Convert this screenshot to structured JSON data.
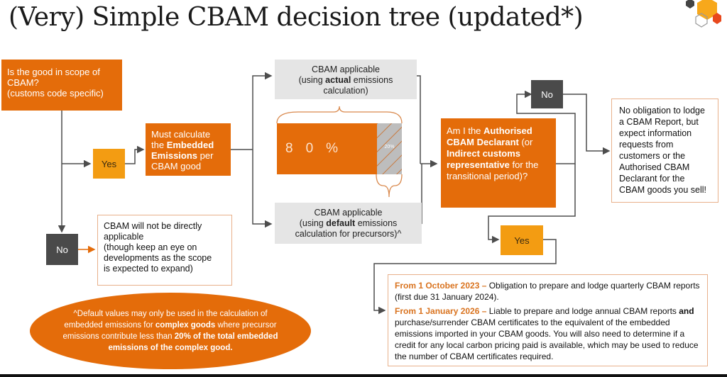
{
  "title": "(Very) Simple CBAM decision tree (updated*)",
  "logo": {
    "icon": "hexagon-cluster-logo",
    "colors": [
      "#444444",
      "#f7a81b",
      "#e8491d",
      "#9a9a9a"
    ]
  },
  "colors": {
    "orange": "#e46c0a",
    "amber": "#f39c12",
    "dark": "#4a4a4a",
    "grey": "#e5e5e5",
    "highlight_text": "#d9731f",
    "line": "#4d4d4d"
  },
  "nodes": {
    "scope_question": {
      "line1": "Is the good in scope of",
      "line2": "CBAM?",
      "line3": "(customs code specific)"
    },
    "scope_yes": "Yes",
    "scope_no": "No",
    "must_calculate": {
      "t1": "Must calculate",
      "t2": "the ",
      "t3": "Embedded",
      "t4": "Emissions",
      "t5": " per",
      "t6": "CBAM good"
    },
    "not_applicable": {
      "line1": "CBAM will not be directly",
      "line2": "applicable",
      "line3": "(though keep an eye on",
      "line4": "developments as the scope",
      "line5": "is expected to expand)"
    },
    "actual": {
      "line1": "CBAM applicable",
      "pre": "(using ",
      "bold": "actual",
      "post": " emissions",
      "line3": "calculation)"
    },
    "default": {
      "line1": "CBAM applicable",
      "pre": "(using ",
      "bold": "default",
      "post": " emissions",
      "line3": "calculation for precursors)^"
    },
    "split_bar": {
      "actual_share_pct": 80,
      "default_share_pct": 20,
      "actual_label": "80%",
      "default_label": "20%"
    },
    "declarant_question": {
      "t1": "Am I the ",
      "t2": "Authorised",
      "t3": "CBAM Declarant",
      "t4": " (or",
      "t5": "Indirect customs",
      "t6": "representative",
      "t7": " for the",
      "t8": "transitional period)?"
    },
    "declarant_no": "No",
    "declarant_yes": "Yes",
    "no_obligation": {
      "line1": "No obligation to lodge",
      "line2": "a CBAM Report, but",
      "line3": "expect information",
      "line4": "requests from",
      "line5": "customers or the",
      "line6": "Authorised CBAM",
      "line7": "Declarant for the",
      "line8": "CBAM goods you sell!"
    },
    "obligations": {
      "p1_date": "From 1 October 2023 –",
      "p1_text": " Obligation to prepare and lodge quarterly CBAM reports (first due 31 January 2024).",
      "p2_date": "From 1 January 2026 –",
      "p2_text1": " Liable to prepare and lodge annual CBAM reports ",
      "p2_bold": "and",
      "p2_text2": " purchase/surrender CBAM certificates to the equivalent of the embedded emissions imported in your CBAM goods. You will also need to determine if a credit for any local carbon pricing paid is available, which may be used to reduce the number of CBAM certificates required."
    }
  },
  "footnote": {
    "t1": "^Default values may only be used in the calculation of embedded emissions for ",
    "b1": "complex goods",
    "t2": " where precursor emissions contribute less than ",
    "b2": "20% of the total embedded emissions of the complex good."
  }
}
